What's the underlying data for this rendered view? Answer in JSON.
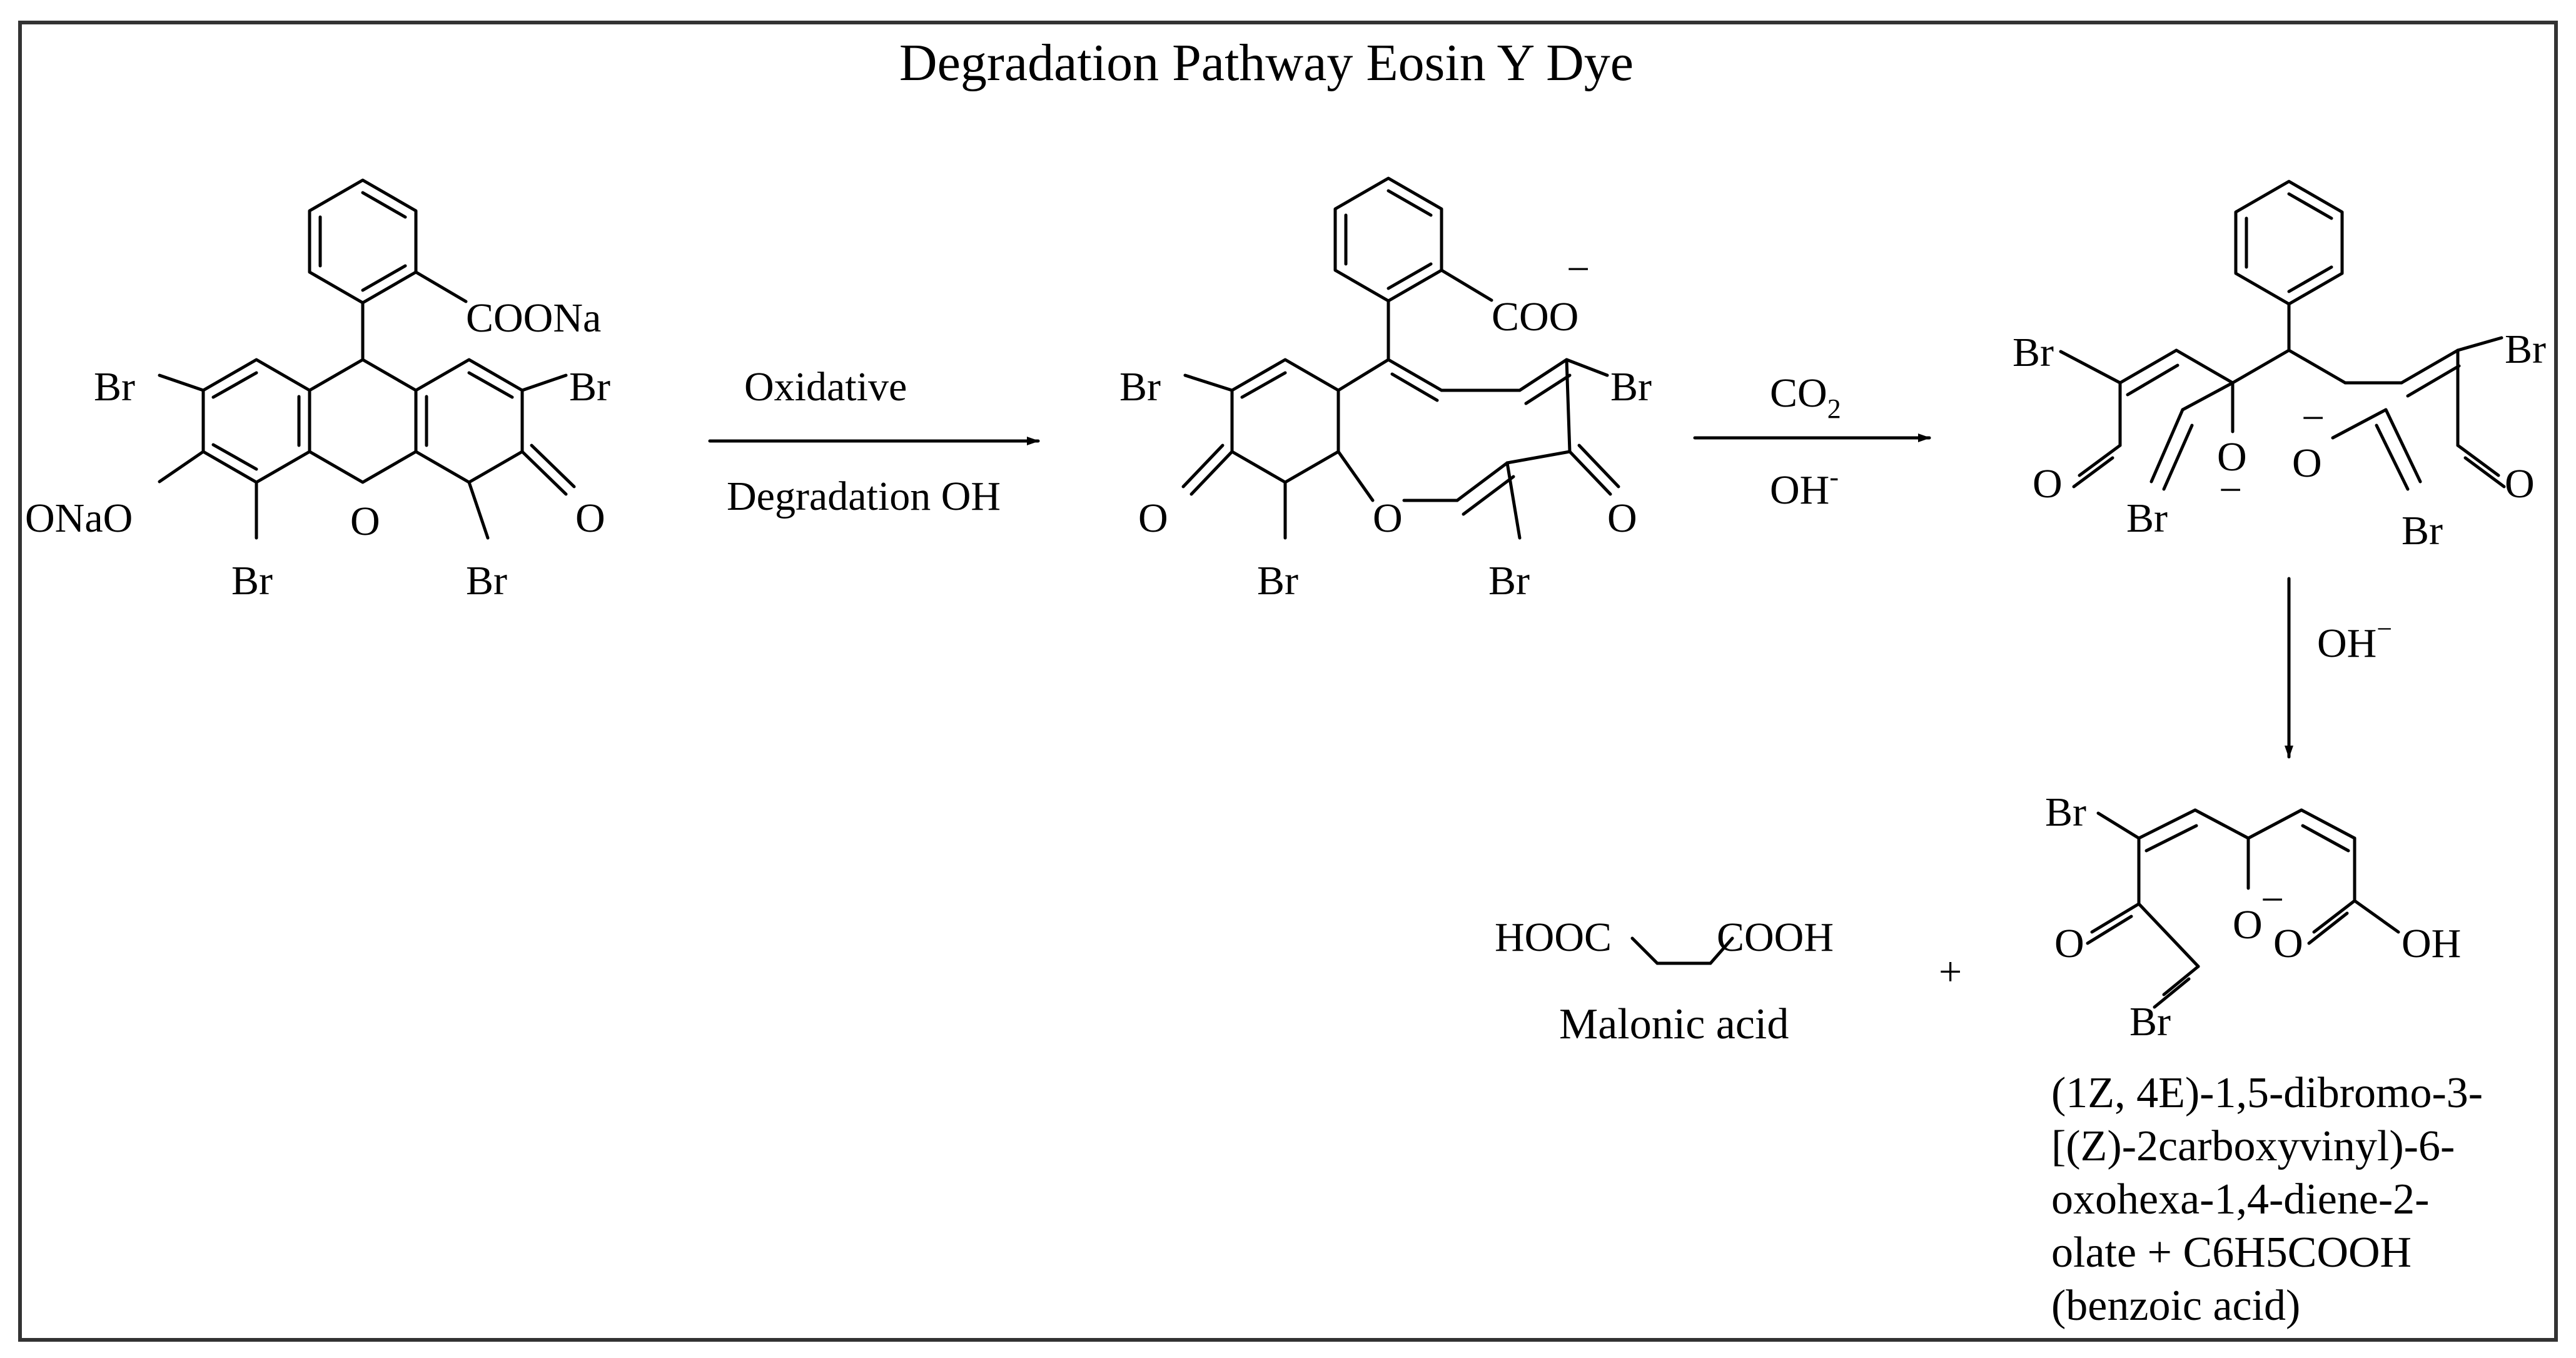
{
  "title": "Degradation Pathway Eosin Y Dye",
  "eosin": {
    "coona": "COONa",
    "br_left": "Br",
    "br_right": "Br",
    "onao": "ONaO",
    "o_ring": "O",
    "o_keto": "O",
    "br_bottom_left": "Br",
    "br_bottom_right": "Br"
  },
  "step1": {
    "above": "Oxidative",
    "below": "Degradation OH"
  },
  "intermediate1": {
    "coo": "COO",
    "charge": "−",
    "br_left": "Br",
    "br_right": "Br",
    "o_left": "O",
    "o_ring": "O",
    "o_right": "O",
    "br_bottom_left": "Br",
    "br_bottom_right": "Br"
  },
  "step2": {
    "above_main": "CO",
    "above_sub": "2",
    "below_main": "OH",
    "below_sup": "-"
  },
  "intermediate2": {
    "br_left": "Br",
    "br_right": "Br",
    "o_left": "O",
    "o_minus": "O",
    "o_minus_charge": "−",
    "o_minus_right": "O",
    "o_minus_right_charge": "−",
    "o_right": "O",
    "br_mid_left": "Br",
    "br_mid_right": "Br"
  },
  "step3": {
    "main": "OH",
    "sup": "−"
  },
  "malonic": {
    "hooc": "HOOC",
    "cooh": "COOH",
    "name": "Malonic acid"
  },
  "plus": "+",
  "product": {
    "br_top": "Br",
    "o_left": "O",
    "o_minus": "O",
    "o_minus_charge": "−",
    "o_acid": "O",
    "oh": "OH",
    "br_bottom": "Br",
    "name_lines": [
      "(1Z, 4E)-1,5-dibromo-3-",
      "[(Z)-2carboxyvinyl)-6-",
      "oxohexa-1,4-diene-2-",
      "olate + C6H5COOH",
      "(benzoic acid)"
    ]
  }
}
